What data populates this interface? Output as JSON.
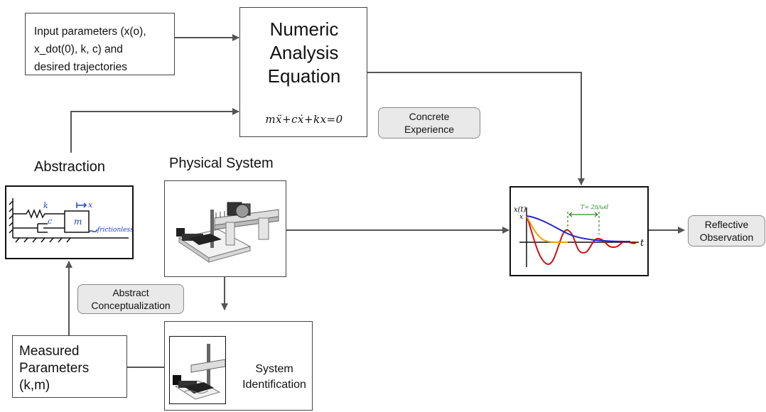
{
  "input_box": {
    "line1": "Input parameters (x(o),",
    "line2": "x_dot(0), k, c) and",
    "line3": "desired trajectories"
  },
  "numeric_box": {
    "title_line1": "Numeric",
    "title_line2": "Analysis",
    "title_line3": "Equation",
    "equation": "mẍ+cẋ+kx=0"
  },
  "concrete_experience": {
    "line1": "Concrete",
    "line2": "Experience"
  },
  "abstraction": {
    "heading": "Abstraction",
    "sketch_k": "k",
    "sketch_c": "c",
    "sketch_m": "m",
    "sketch_x": "x",
    "sketch_note": "frictionless"
  },
  "physical_system": {
    "heading": "Physical System"
  },
  "plot": {
    "ylabel": "x(t)",
    "y0": "x",
    "xlabel": "t",
    "period_label": "T= 2π/ωd"
  },
  "reflective_observation": {
    "line1": "Reflective",
    "line2": "Observation"
  },
  "abstract_conceptualization": {
    "line1": "Abstract",
    "line2": "Conceptualization"
  },
  "measured_box": {
    "line1": "Measured",
    "line2": "Parameters",
    "line3": "(k,m)"
  },
  "system_identification": {
    "line1": "System",
    "line2": "Identification"
  },
  "colors": {
    "line": "#555555",
    "curve_red": "#cc1111",
    "curve_blue": "#2222cc",
    "curve_orange": "#f0a000",
    "green": "#2a8a2a",
    "pencil_blue": "#2244bb"
  }
}
